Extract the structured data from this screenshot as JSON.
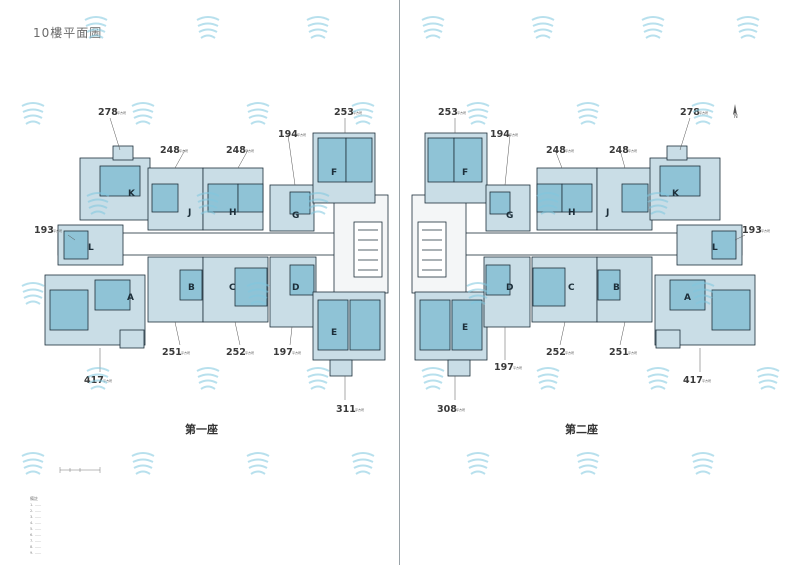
{
  "floor_title": "10樓平面圖",
  "towers": [
    {
      "name": "第一座",
      "units": [
        {
          "letter": "K",
          "area": "278"
        },
        {
          "letter": "J",
          "area": "248"
        },
        {
          "letter": "H",
          "area": "248"
        },
        {
          "letter": "G",
          "area": "194"
        },
        {
          "letter": "F",
          "area": "253"
        },
        {
          "letter": "L",
          "area": "193"
        },
        {
          "letter": "A",
          "area": "417"
        },
        {
          "letter": "B",
          "area": "251"
        },
        {
          "letter": "C",
          "area": "252"
        },
        {
          "letter": "D",
          "area": "197"
        },
        {
          "letter": "E",
          "area": "311"
        }
      ]
    },
    {
      "name": "第二座",
      "units": [
        {
          "letter": "F",
          "area": "253"
        },
        {
          "letter": "G",
          "area": "194"
        },
        {
          "letter": "H",
          "area": "248"
        },
        {
          "letter": "J",
          "area": "248"
        },
        {
          "letter": "K",
          "area": "278"
        },
        {
          "letter": "L",
          "area": "193"
        },
        {
          "letter": "E",
          "area": "308"
        },
        {
          "letter": "D",
          "area": "197"
        },
        {
          "letter": "C",
          "area": "252"
        },
        {
          "letter": "B",
          "area": "251"
        },
        {
          "letter": "A",
          "area": "417"
        }
      ]
    }
  ],
  "area_unit": "平方呎",
  "north_label": "N",
  "notes_heading": "備註",
  "notes": [
    "1. ......",
    "2. ......",
    "3. ......",
    "4. ......",
    "5. ......",
    "6. ......",
    "7. ......",
    "8. ......",
    "9. ......"
  ],
  "colors": {
    "unit_fill_light": "#c9dde6",
    "unit_fill_dark": "#8fc3d6",
    "wall": "#1d2f3a",
    "corridor": "#ffffff",
    "watermark": "#7fc8e0"
  }
}
